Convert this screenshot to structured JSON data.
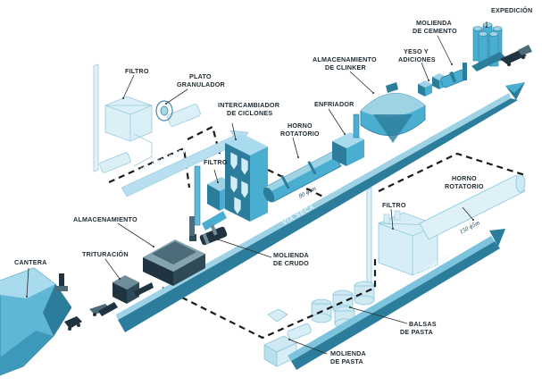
{
  "colors": {
    "flow": "#4aaed0",
    "flow_dark": "#2c7d9c",
    "flow_light": "#9ed3e6",
    "ghost": "#cfe9f3",
    "ghost_line": "#8cc6dc",
    "machine": "#1f3340",
    "machine_mid": "#4d6b78",
    "leader": "#2b2b2b",
    "dash": "#1a1a1a",
    "background": "#ffffff"
  },
  "labels": {
    "expedicion": "EXPEDICIÓN",
    "molienda_cemento_1": "MOLIENDA",
    "molienda_cemento_2": "DE CEMENTO",
    "yeso_1": "YESO Y",
    "yeso_2": "ADICIONES",
    "almacen_clinker_1": "ALMACENAMIENTO",
    "almacen_clinker_2": "DE CLINKER",
    "filtro_top": "FILTRO",
    "plato_1": "PLATO",
    "plato_2": "GRANULADOR",
    "intercambiador_1": "INTERCAMBIADOR",
    "intercambiador_2": "DE CICLONES",
    "enfriador": "ENFRIADOR",
    "horno_1": "HORNO",
    "horno_2": "ROTATORIO",
    "filtro_mid": "FILTRO",
    "almacenamiento": "ALMACENAMIENTO",
    "horno_hum_1": "HORNO",
    "horno_hum_2": "ROTATORIO",
    "filtro_right": "FILTRO",
    "cantera": "CANTERA",
    "trituracion": "TRITURACIÓN",
    "molienda_crudo_1": "MOLIENDA",
    "molienda_crudo_2": "DE CRUDO",
    "balsas_1": "BALSAS",
    "balsas_2": "DE PASTA",
    "molienda_pasta_1": "MOLIENDA",
    "molienda_pasta_2": "DE PASTA"
  },
  "routes": {
    "semiseca": "VIA SEMISECA",
    "seca": "VIA SECA",
    "humeda": "VIA HUMEDA"
  },
  "kiln_dims": {
    "seca": "80 ϕ5m",
    "humeda": "150 ϕ5m"
  },
  "icons": {
    "quarry": "quarry-cliff-icon",
    "crusher": "crusher-icon",
    "store": "raw-storage-shed-icon",
    "raw_mill": "raw-mill-icon",
    "preheater": "cyclone-preheater-tower-icon",
    "kiln": "rotary-kiln-icon",
    "cooler": "clinker-cooler-icon",
    "clinker_dome": "clinker-storage-dome-icon",
    "cement_mill": "cement-mill-icon",
    "shipping": "shipping-silos-truck-icon"
  }
}
